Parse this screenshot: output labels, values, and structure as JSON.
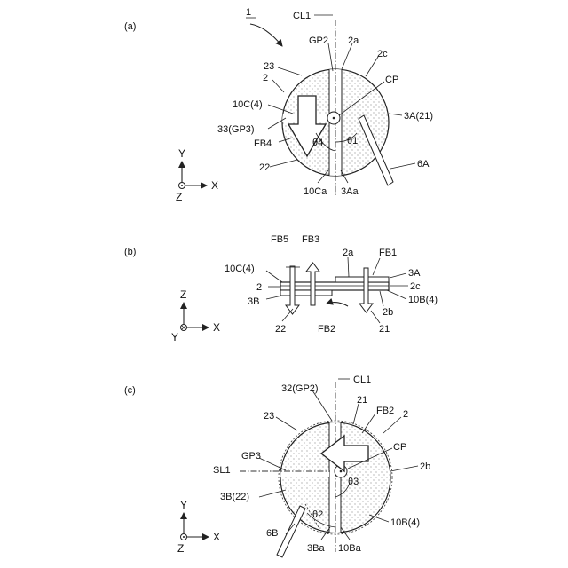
{
  "figure_a": {
    "panel_label": "(a)",
    "labels": {
      "device_ref": "1",
      "cl1": "CL1",
      "gp2": "GP2",
      "two_a": "2a",
      "two_c": "2c",
      "twenty_three": "23",
      "two": "2",
      "cp": "CP",
      "ten_c4": "10C(4)",
      "three_a21": "3A(21)",
      "thirty_three": "33(GP3)",
      "fb4": "FB4",
      "theta4": "θ4",
      "theta1": "θ1",
      "twenty_two": "22",
      "six_a": "6A",
      "ten_ca": "10Ca",
      "three_aa": "3Aa"
    },
    "axes": {
      "y": "Y",
      "x": "X",
      "z": "Z"
    }
  },
  "figure_b": {
    "panel_label": "(b)",
    "labels": {
      "fb5": "FB5",
      "fb3": "FB3",
      "fb1": "FB1",
      "two_a": "2a",
      "three_a": "3A",
      "ten_c4": "10C(4)",
      "two": "2",
      "two_c": "2c",
      "three_b": "3B",
      "ten_b4": "10B(4)",
      "two_b": "2b",
      "twenty_two": "22",
      "fb2": "FB2",
      "twenty_one": "21"
    },
    "axes": {
      "z": "Z",
      "x": "X",
      "y": "Y"
    }
  },
  "figure_c": {
    "panel_label": "(c)",
    "labels": {
      "cl1": "CL1",
      "thirty_two": "32(GP2)",
      "twenty_one": "21",
      "twenty_three": "23",
      "fb2": "FB2",
      "two": "2",
      "gp3": "GP3",
      "cp": "CP",
      "sl1": "SL1",
      "two_b": "2b",
      "theta3": "θ3",
      "three_b22": "3B(22)",
      "theta2": "θ2",
      "ten_b4": "10B(4)",
      "six_b": "6B",
      "three_ba": "3Ba",
      "ten_ba": "10Ba"
    },
    "axes": {
      "y": "Y",
      "x": "X",
      "z": "Z"
    }
  }
}
